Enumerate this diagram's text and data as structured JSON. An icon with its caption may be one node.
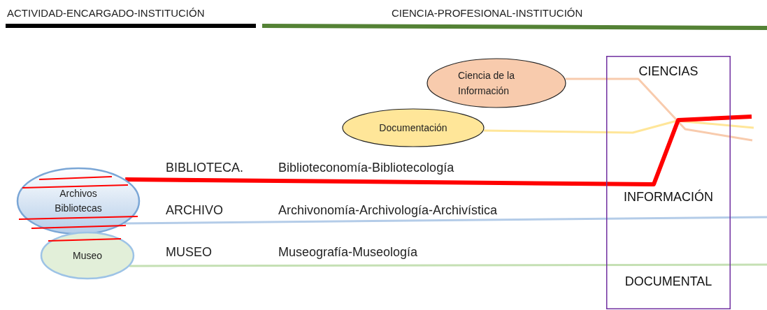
{
  "diagram": {
    "nodes": [
      {
        "text": [
          "Archivos Bibliotecas"
        ]
      },
      {
        "text": [
          "Museo"
        ]
      },
      {
        "text": [
          "Documentación"
        ]
      },
      {
        "text": [
          "Ciencia de la Información"
        ]
      },
      {
        "text": [
          "CIENCIAS",
          "INFORMACIÓN",
          "DOCUMENTAL"
        ]
      }
    ],
    "edges": [
      {
        "from": 0,
        "to": null,
        "arrow": "none",
        "style": "thick",
        "color": "#ff0000"
      },
      {
        "from": 0,
        "to": null,
        "arrow": "none",
        "color": "#b4cce8"
      },
      {
        "from": 1,
        "to": null,
        "arrow": "none",
        "color": "#c5e0b4"
      },
      {
        "from": 2,
        "to": null,
        "arrow": "none",
        "color": "#ffe699"
      },
      {
        "from": 3,
        "to": null,
        "arrow": "none",
        "color": "#f8cbad"
      }
    ],
    "labels": [
      "ACTIVIDAD-ENCARGADO-INSTITUCIÓN",
      "CIENCIA-PROFESIONAL-INSTITUCIÓN",
      "BIBLIOTECA.",
      "Biblioteconomía-Bibliotecología",
      "ARCHIVO",
      "Archivonomía-Archivología-Archivística",
      "MUSEO",
      "Museografía-Museología"
    ]
  }
}
